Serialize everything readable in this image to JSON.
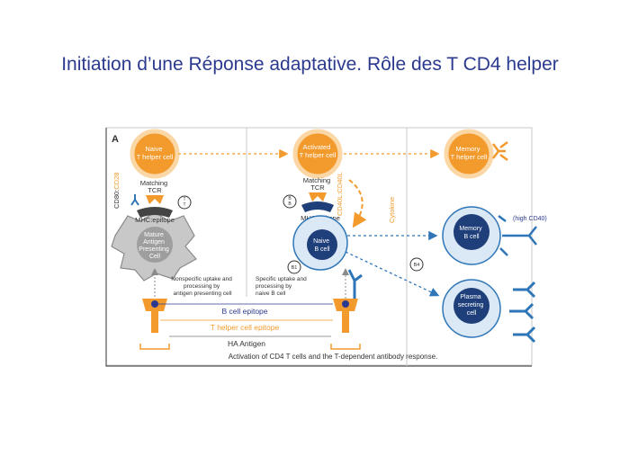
{
  "slide": {
    "title": "Initiation d’une Réponse adaptative. Rôle des T CD4 helper"
  },
  "figure": {
    "panel_label": "A",
    "naive_t_cell": [
      "Naive",
      "T helper cell"
    ],
    "activated_t_cell": [
      "Activated",
      "T helper cell"
    ],
    "memory_t_cell": [
      "Memory",
      "T helper cell"
    ],
    "matching_tcr": [
      "Matching",
      "TCR"
    ],
    "mhc_epitope": "MHC:epitope",
    "apc": [
      "Mature",
      "Antigen",
      "Presenting",
      "Cell"
    ],
    "cd80_cd28": "CD80:CD28",
    "cd80_part": "CD80:",
    "cd28_part": "CD28",
    "cd40l_cd40": "CD40L:CD40L",
    "cytokine": "Cytokine",
    "t_badge": [
      "T",
      "1",
      "T",
      "2"
    ],
    "b_badge_1": [
      "B",
      "2",
      "B",
      "3"
    ],
    "b_badge_2": "B1",
    "b_badge_3": "B4",
    "naive_b_cell": [
      "Naive",
      "B cell"
    ],
    "memory_b_cell": [
      "Memory",
      "B cell"
    ],
    "high_cd40": "(high CD40)",
    "plasma_cell": [
      "Plasma",
      "secreting",
      "cell"
    ],
    "nonspecific_uptake": [
      "Nonspecific uptake and",
      "processing by",
      "antigen presenting cell"
    ],
    "specific_uptake": [
      "Specific uptake and",
      "processing by",
      "naive B cell"
    ],
    "b_cell_epitope": "B cell epitope",
    "t_cell_epitope": "T helper cell epitope",
    "ha_antigen": "HA Antigen",
    "caption": "Activation of CD4 T cells and the T-dependent antibody response."
  },
  "colors": {
    "orange": "#f39a2d",
    "orange_light": "#fbd7a6",
    "blue_dark": "#1f3f7a",
    "blue_light": "#dbe9f6",
    "blue_mid": "#2f76b8",
    "apc_gray": "#c8c8c8",
    "title_blue": "#2b3a8f"
  }
}
